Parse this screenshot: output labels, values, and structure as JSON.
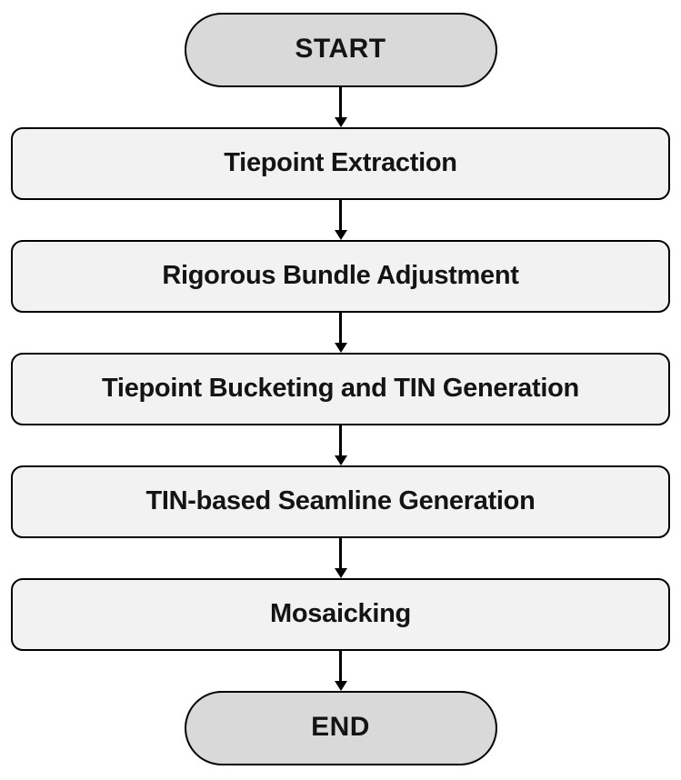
{
  "diagram": {
    "type": "flowchart",
    "orientation": "top-to-bottom",
    "nodes": [
      {
        "id": "start",
        "label": "START",
        "shape": "stadium"
      },
      {
        "id": "tiepoint-extraction",
        "label": "Tiepoint Extraction",
        "shape": "rectangle"
      },
      {
        "id": "rigorous-bundle-adjustment",
        "label": "Rigorous Bundle Adjustment",
        "shape": "rectangle"
      },
      {
        "id": "tiepoint-bucketing-and-tin-generation",
        "label": "Tiepoint Bucketing and TIN Generation",
        "shape": "rectangle"
      },
      {
        "id": "tin-based-seamline-generation",
        "label": "TIN-based Seamline Generation",
        "shape": "rectangle"
      },
      {
        "id": "mosaicking",
        "label": "Mosaicking",
        "shape": "rectangle"
      },
      {
        "id": "end",
        "label": "END",
        "shape": "stadium"
      }
    ],
    "edges": [
      {
        "from": "start",
        "to": "tiepoint-extraction"
      },
      {
        "from": "tiepoint-extraction",
        "to": "rigorous-bundle-adjustment"
      },
      {
        "from": "rigorous-bundle-adjustment",
        "to": "tiepoint-bucketing-and-tin-generation"
      },
      {
        "from": "tiepoint-bucketing-and-tin-generation",
        "to": "tin-based-seamline-generation"
      },
      {
        "from": "tin-based-seamline-generation",
        "to": "mosaicking"
      },
      {
        "from": "mosaicking",
        "to": "end"
      }
    ],
    "colors": {
      "background": "#ffffff",
      "stadium_fill": "#d9d9d9",
      "rectangle_fill": "#f2f2f2",
      "border": "#000000",
      "text": "#141414"
    }
  }
}
